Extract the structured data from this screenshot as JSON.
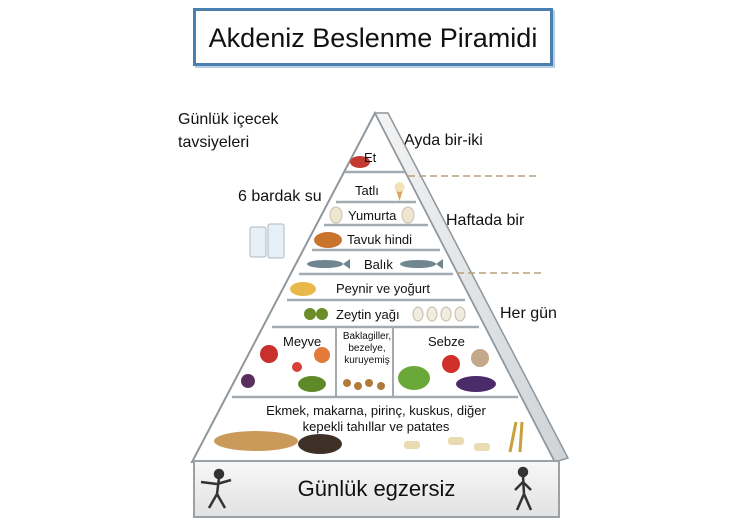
{
  "title": "Akdeniz Beslenme Piramidi",
  "drinks": {
    "label": "Günlük içecek tavsiyeleri",
    "water": "6 bardak su"
  },
  "frequency": {
    "monthly": "Ayda bir-iki",
    "weekly": "Haftada bir",
    "daily": "Her gün"
  },
  "levels": {
    "meat": "Et",
    "sweets": "Tatlı",
    "eggs": "Yumurta",
    "poultry": "Tavuk hindi",
    "fish": "Balık",
    "dairy": "Peynir ve yoğurt",
    "olive_oil": "Zeytin yağı",
    "fruit": "Meyve",
    "legumes": "Baklagiller, bezelye, kuruyemiş",
    "vegetables": "Sebze",
    "grains": "Ekmek, makarna, pirinç, kuskus, diğer kepekli tahıllar ve patates"
  },
  "base": "Günlük egzersiz",
  "colors": {
    "title_border": "#4a7fb0",
    "pyramid_outline": "#8e979d",
    "dash": "#b8a07a"
  }
}
